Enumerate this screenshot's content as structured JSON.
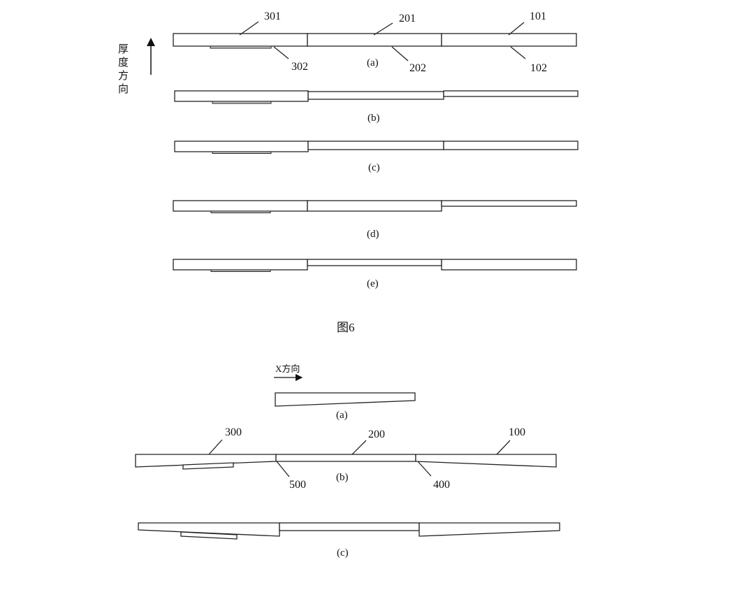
{
  "figure6": {
    "caption": "图6",
    "axis_label": "厚度方向",
    "panels": [
      "(a)",
      "(b)",
      "(c)",
      "(d)",
      "(e)"
    ],
    "callouts": {
      "c301": "301",
      "c201": "201",
      "c101": "101",
      "c302": "302",
      "c202": "202",
      "c102": "102"
    }
  },
  "figure7": {
    "axis_label": "X方向",
    "panels": [
      "(a)",
      "(b)",
      "(c)"
    ],
    "callouts": {
      "c300": "300",
      "c200": "200",
      "c100": "100",
      "c500": "500",
      "c400": "400"
    }
  }
}
